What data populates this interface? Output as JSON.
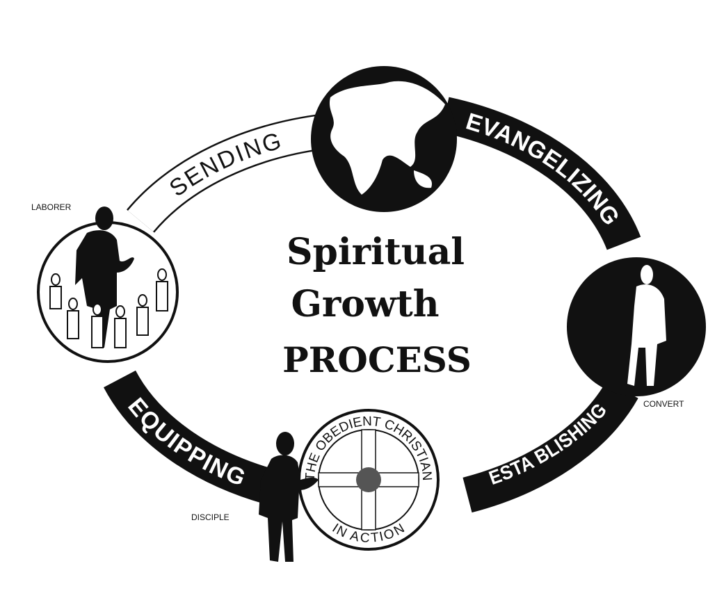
{
  "title": {
    "line1": "Spiritual",
    "line2": "Growth",
    "line3": "PROCESS"
  },
  "stages": [
    {
      "label": "SENDING"
    },
    {
      "label": "EVANGELIZING"
    },
    {
      "label": "ESTA BLISHING"
    },
    {
      "label": "EQUIPPING"
    }
  ],
  "roles": {
    "laborer": "LABORER",
    "convert": "CONVERT",
    "disciple": "DISCIPLE"
  },
  "wheel": {
    "top": "THE OBEDIENT CHRISTIAN",
    "bottom": "IN ACTION"
  },
  "colors": {
    "ink": "#111111",
    "paper": "#ffffff"
  }
}
